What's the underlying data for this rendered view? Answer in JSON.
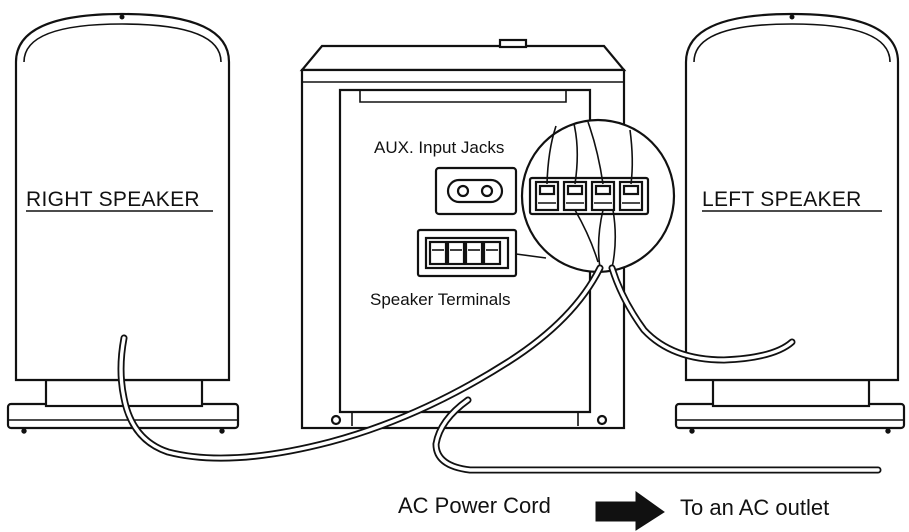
{
  "diagram": {
    "right_speaker_label": "RIGHT SPEAKER",
    "left_speaker_label": "LEFT SPEAKER",
    "aux_label": "AUX. Input Jacks",
    "terminals_label": "Speaker Terminals",
    "power_cord_label": "AC Power Cord",
    "outlet_label": "To an AC outlet"
  },
  "colors": {
    "line": "#111111",
    "background": "#ffffff"
  },
  "icons": {
    "arrow": "right-arrow-icon"
  }
}
